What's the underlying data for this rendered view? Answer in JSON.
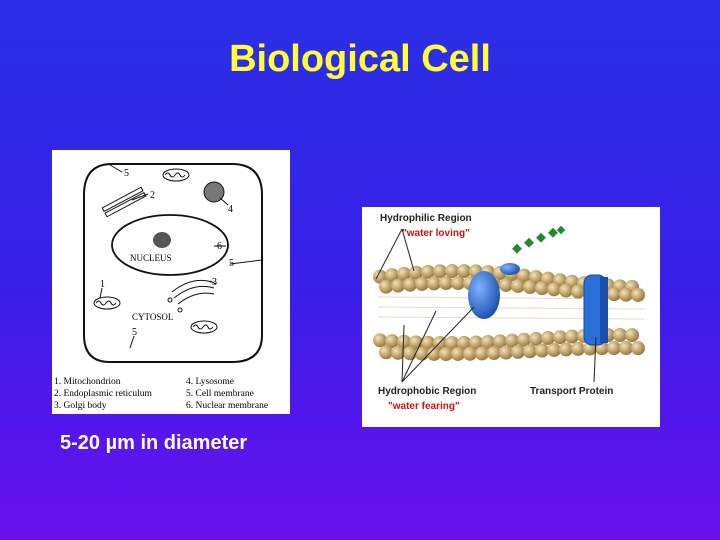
{
  "slide": {
    "title": "Biological Cell",
    "caption": "5-20 µm in diameter"
  },
  "cell_diagram": {
    "nucleus_label": "NUCLEUS",
    "cytosol_label": "CYTOSOL",
    "callouts": [
      "5",
      "2",
      "4",
      "6",
      "5",
      "3",
      "1",
      "5"
    ],
    "legend": [
      "1. Mitochondrion",
      "2. Endoplasmic reticulum",
      "3. Golgi body",
      "4. Lysosome",
      "5. Cell membrane",
      "6. Nuclear membrane"
    ]
  },
  "membrane_diagram": {
    "hydrophilic_label": "Hydrophilic Region",
    "hydrophilic_note": "\"water loving\"",
    "hydrophobic_label": "Hydrophobic Region",
    "hydrophobic_note": "\"water fearing\"",
    "transport_label": "Transport Protein"
  },
  "colors": {
    "title": "#ffff33",
    "note_red": "#cc1111",
    "lipid_head": "#c8a15c",
    "protein_blue": "#2a6fd6",
    "marker_green": "#1f8a2e"
  }
}
